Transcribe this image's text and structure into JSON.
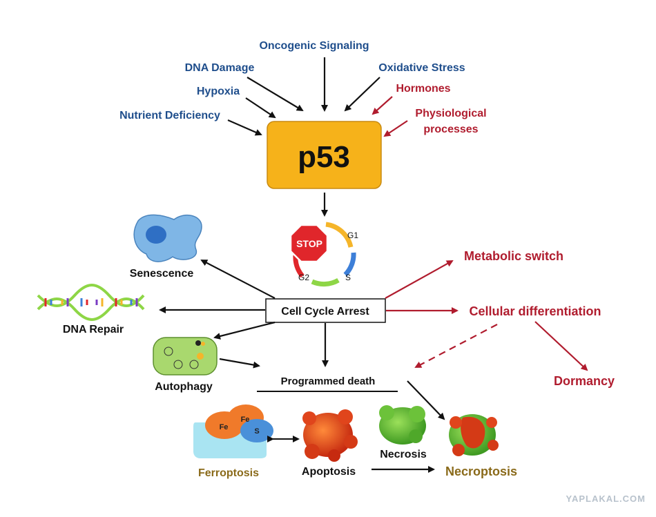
{
  "inputs_blue": [
    "Oncogenic Signaling",
    "DNA Damage",
    "Oxidative Stress",
    "Hypoxia",
    "Nutrient Deficiency"
  ],
  "inputs_red": [
    "Hormones",
    "Physiological",
    "processes"
  ],
  "center": {
    "p53": "p53",
    "arrest": "Cell Cycle Arrest",
    "stop": "STOP"
  },
  "cycle_phases": [
    "G1",
    "S",
    "G2"
  ],
  "left_outcomes": {
    "senescence": "Senescence",
    "dna_repair": "DNA Repair",
    "autophagy": "Autophagy"
  },
  "right_outcomes": {
    "metabolic": "Metabolic switch",
    "differentiation": "Cellular differentiation",
    "dormancy": "Dormancy"
  },
  "death": {
    "programmed": "Programmed death",
    "ferroptosis": "Ferroptosis",
    "apoptosis": "Apoptosis",
    "necrosis": "Necrosis",
    "necroptosis": "Necroptosis",
    "fe1": "Fe",
    "fe2": "Fe",
    "s": "S"
  },
  "watermark": "YAPLAKAL.COM",
  "colors": {
    "p53_box": "#f6b21a",
    "blue_text": "#1f4e8c",
    "red_text": "#b01c2e",
    "gold_text": "#8a6a1a"
  }
}
